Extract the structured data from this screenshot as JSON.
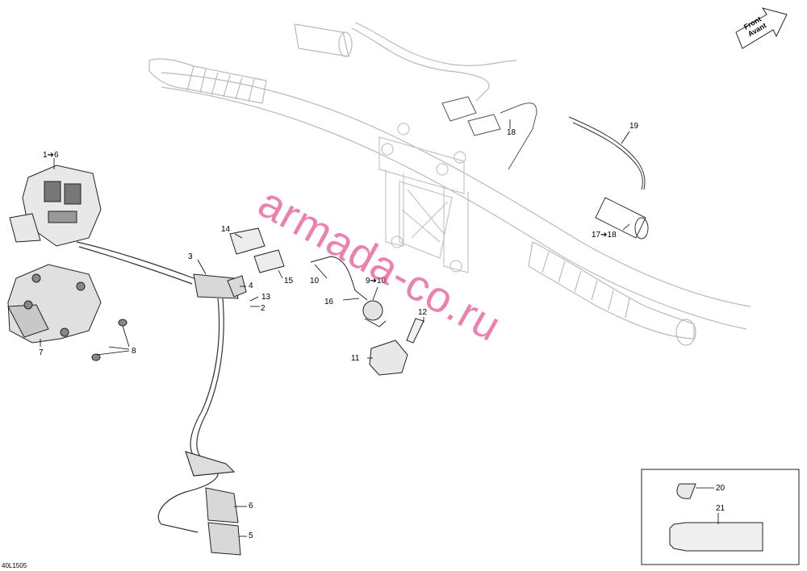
{
  "diagram": {
    "code": "40L1505",
    "watermark": "armada-co.ru",
    "direction_arrow": {
      "line1": "Front",
      "line2": "Avant"
    },
    "callouts": [
      {
        "id": "c1",
        "text": "1➔6"
      },
      {
        "id": "c2",
        "text": "2"
      },
      {
        "id": "c3",
        "text": "3"
      },
      {
        "id": "c4",
        "text": "4"
      },
      {
        "id": "c5",
        "text": "5"
      },
      {
        "id": "c6",
        "text": "6"
      },
      {
        "id": "c7",
        "text": "7"
      },
      {
        "id": "c8",
        "text": "8"
      },
      {
        "id": "c9",
        "text": "9➔10"
      },
      {
        "id": "c10",
        "text": "10"
      },
      {
        "id": "c11",
        "text": "11"
      },
      {
        "id": "c12",
        "text": "12"
      },
      {
        "id": "c13",
        "text": "13"
      },
      {
        "id": "c14",
        "text": "14"
      },
      {
        "id": "c15",
        "text": "15"
      },
      {
        "id": "c16",
        "text": "16"
      },
      {
        "id": "c17",
        "text": "17➔18"
      },
      {
        "id": "c18",
        "text": "18"
      },
      {
        "id": "c19",
        "text": "19"
      },
      {
        "id": "c20",
        "text": "20"
      },
      {
        "id": "c21",
        "text": "21"
      }
    ]
  }
}
